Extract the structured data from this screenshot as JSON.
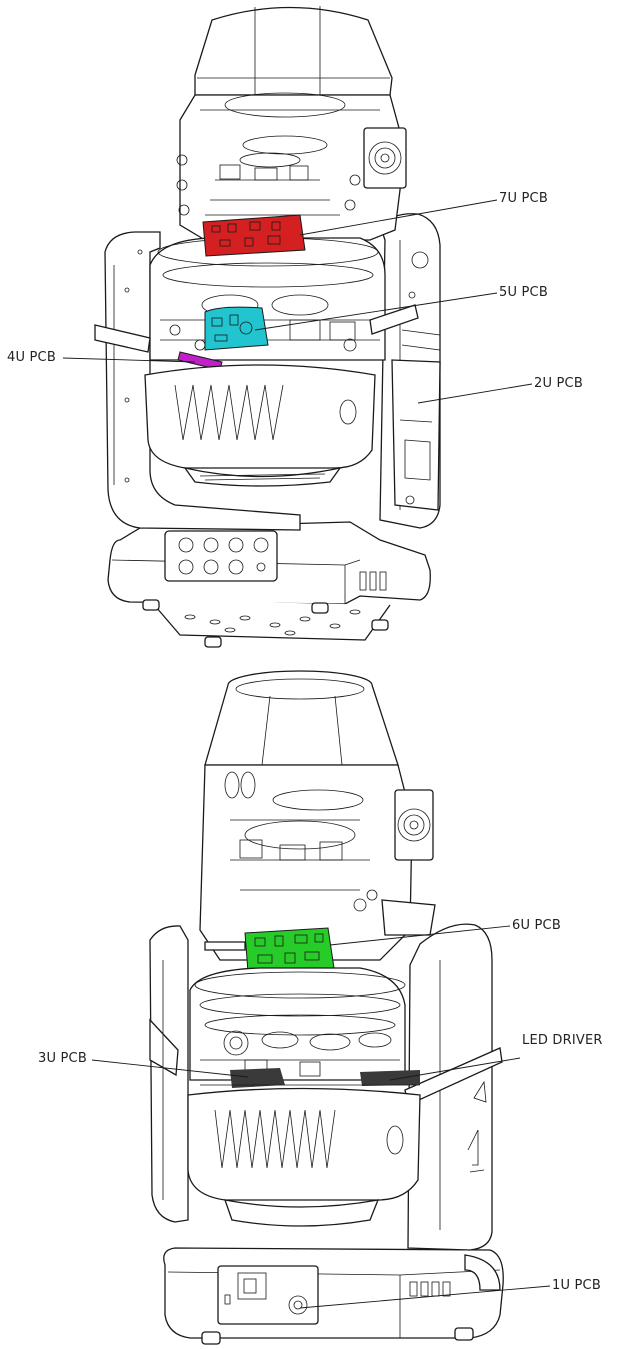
{
  "callouts": {
    "pcb7": "7U PCB",
    "pcb5": "5U PCB",
    "pcb4": "4U PCB",
    "pcb2": "2U PCB",
    "pcb6": "6U PCB",
    "pcb3": "3U PCB",
    "led_driver": "LED DRIVER",
    "pcb1": "1U PCB"
  },
  "colors": {
    "pcb7": "#d42020",
    "pcb5": "#22c5cf",
    "pcb4": "#c020c8",
    "pcb2": "#2060e0",
    "pcb6": "#28cc28",
    "line": "#1a1a1a"
  }
}
